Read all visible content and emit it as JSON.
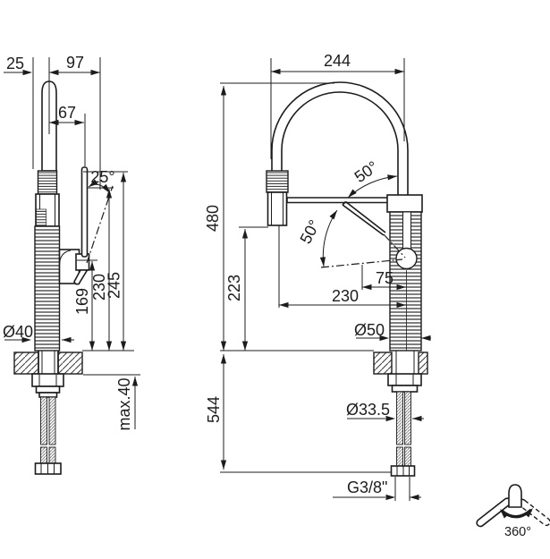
{
  "drawing": {
    "background": "#ffffff",
    "line_color": "#1c1c1c",
    "title": "Kitchen faucet dimension drawing, side and front views with 360 degree rotation icon"
  },
  "left_view": {
    "offset_label": "25",
    "spout_to_handle_label": "97",
    "spout_to_lever_label": "67",
    "lever_tilt_angle_label": "25°",
    "body_diameter_label": "Ø40",
    "pivot_height_label": "169",
    "tilted_lever_height_label": "230",
    "lever_height_label": "245",
    "max_counter_thickness_label": "max.40"
  },
  "right_view": {
    "arch_width_label": "244",
    "spout_height_label": "480",
    "upper_swivel_angle_label": "50°",
    "lower_swivel_angle_label": "50°",
    "outlet_clearance_label": "223",
    "lever_reach_label": "230",
    "lever_down_reach_label": "75",
    "column_diameter_label": "Ø50",
    "below_counter_length_label": "544",
    "shank_diameter_label": "Ø33.5",
    "connection_thread_label": "G3/8\""
  },
  "rotation_icon": {
    "label": "360°"
  }
}
